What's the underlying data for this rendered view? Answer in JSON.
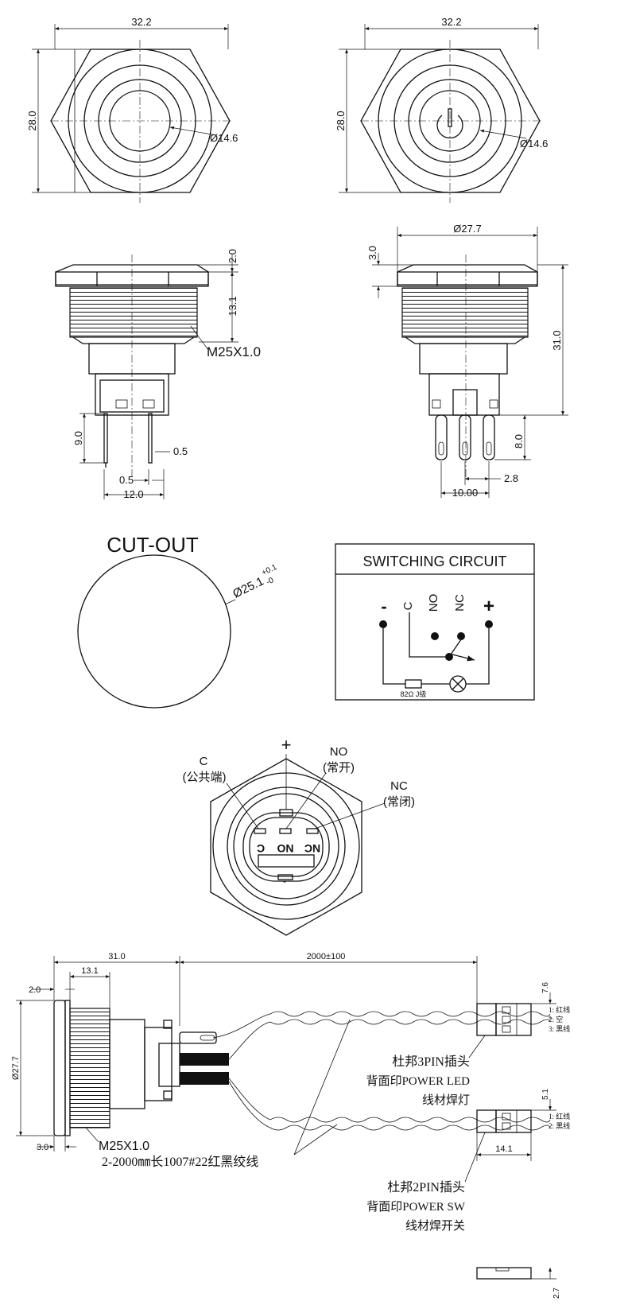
{
  "views": {
    "front": {
      "width": "32.2",
      "height": "28.0",
      "diameter_a": "Ø14.6",
      "diameter_b": "Ø14.6"
    },
    "side": {
      "head_thickness": "2.0",
      "thread_length": "13.1",
      "thread_spec": "M25X1.0",
      "pin_length": "9.0",
      "pin_width": "0.5",
      "pin_thickness": "0.5",
      "pin_span": "12.0",
      "led_head_dia": "Ø27.7",
      "led_head_thickness": "3.0",
      "total_length": "31.0",
      "pin_length_b": "8.0",
      "pin_pitch": "2.8",
      "pin_span_b": "10.00"
    }
  },
  "cutout": {
    "title": "CUT-OUT",
    "diameter": "Ø25.1",
    "tol_upper": "+0.1",
    "tol_lower": "-0"
  },
  "circuit": {
    "title": "SWITCHING CIRCUIT",
    "terminals": [
      "-",
      "C",
      "NO",
      "NC",
      "+"
    ],
    "resistor": "82Ω J级"
  },
  "terminal_view": {
    "plus": "+",
    "minus": "-",
    "c_label": "C",
    "c_cn": "(公共端)",
    "no_label": "NO",
    "no_cn": "(常开)",
    "nc_label": "NC",
    "nc_cn": "(常闭)",
    "back_labels": [
      "C",
      "NO",
      "NC"
    ]
  },
  "cable_assembly": {
    "total_length": "31.0",
    "head_thickness": "2.0",
    "thread_length": "13.1",
    "head_dia": "Ø27.7",
    "head_thickness_b": "3.0",
    "thread_spec": "M25X1.0",
    "cable_length": "2000±100",
    "wire_note": "2-2000㎜长1007#22红黑绞线",
    "conn3": {
      "height": "7.6",
      "pins": [
        "1: 红线",
        "2: 空",
        "3: 黑线"
      ],
      "title": "杜邦3PIN插头",
      "line2": "背面印POWER LED",
      "line3": "线材焊灯"
    },
    "conn2": {
      "height": "5.1",
      "pins": [
        "1: 红线",
        "2: 黑线"
      ],
      "width": "14.1",
      "title": "杜邦2PIN插头",
      "line2": "背面印POWER SW",
      "line3": "线材焊开关",
      "side_height": "2.7"
    }
  }
}
